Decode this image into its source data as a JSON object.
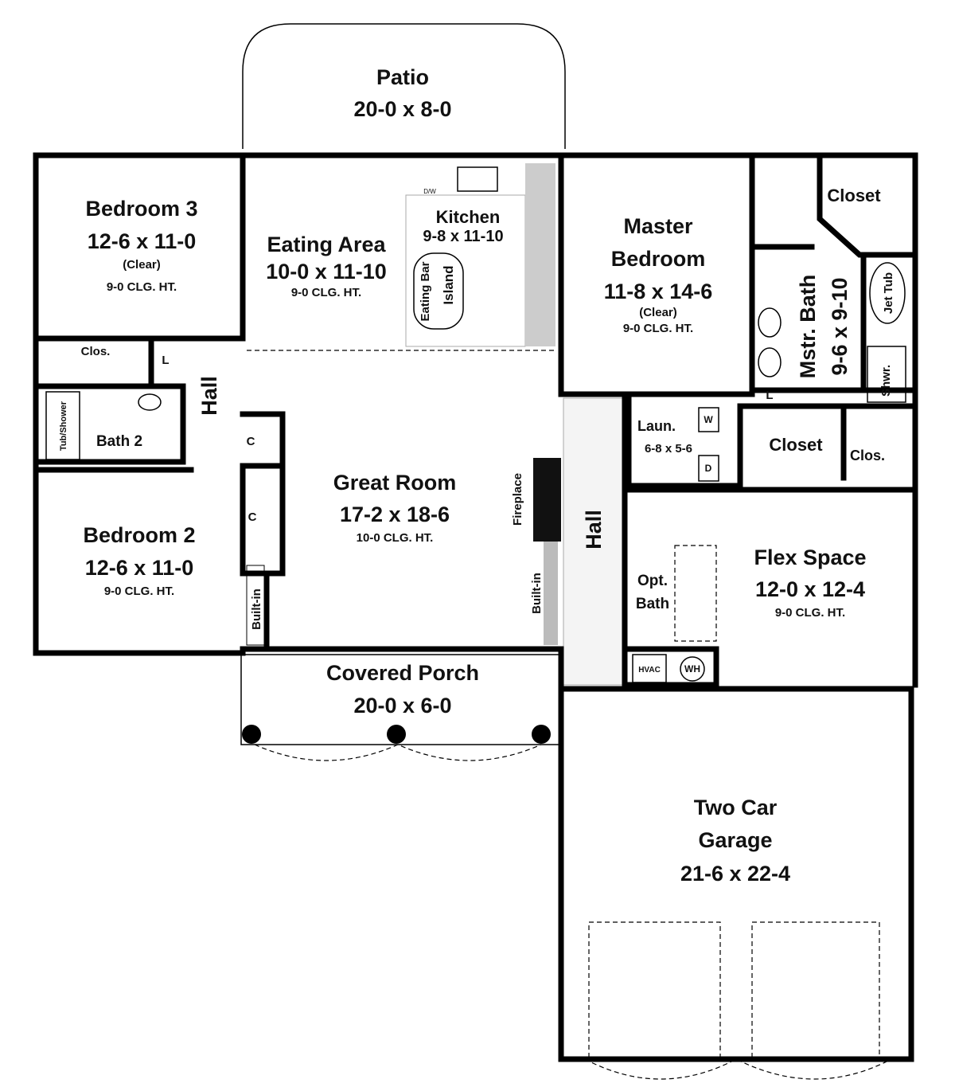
{
  "rooms": {
    "patio": {
      "name": "Patio",
      "dims": "20-0 x 8-0"
    },
    "bedroom3": {
      "name": "Bedroom 3",
      "dims": "12-6 x 11-0",
      "note": "(Clear)",
      "ceiling": "9-0 CLG. HT."
    },
    "eating_area": {
      "name": "Eating Area",
      "dims": "10-0 x 11-10",
      "ceiling": "9-0 CLG. HT."
    },
    "kitchen": {
      "name": "Kitchen",
      "dims": "9-8 x 11-10",
      "eating_bar": "Eating Bar",
      "island": "Island",
      "dw": "D/W"
    },
    "master_bedroom": {
      "name_line1": "Master",
      "name_line2": "Bedroom",
      "dims": "11-8 x 14-6",
      "note": "(Clear)",
      "ceiling": "9-0 CLG. HT."
    },
    "master_closet": {
      "name": "Closet"
    },
    "master_bath": {
      "name": "Mstr. Bath",
      "dims": "9-6 x 9-10",
      "jet_tub": "Jet Tub",
      "shower": "Shwr.",
      "linen": "L"
    },
    "closet2": {
      "name": "Closet"
    },
    "clos3": {
      "name": "Clos."
    },
    "bed3_closet": {
      "name": "Clos."
    },
    "linen_hall": {
      "name": "L"
    },
    "hall_left": {
      "name": "Hall"
    },
    "bath2": {
      "name": "Bath 2",
      "tub": "Tub/Shower"
    },
    "coat_closet1": {
      "name": "C"
    },
    "coat_closet2": {
      "name": "C"
    },
    "bedroom2": {
      "name": "Bedroom 2",
      "dims": "12-6 x 11-0",
      "ceiling": "9-0 CLG. HT."
    },
    "builtin_left": {
      "name": "Built-in"
    },
    "great_room": {
      "name": "Great Room",
      "dims": "17-2 x 18-6",
      "ceiling": "10-0 CLG. HT.",
      "fireplace": "Fireplace",
      "builtin": "Built-in"
    },
    "hall_right": {
      "name": "Hall"
    },
    "laundry": {
      "name": "Laun.",
      "dims": "6-8 x 5-6",
      "washer": "W",
      "dryer": "D"
    },
    "flex_space": {
      "name": "Flex Space",
      "dims": "12-0 x 12-4",
      "ceiling": "9-0 CLG. HT."
    },
    "opt_bath": {
      "line1": "Opt.",
      "line2": "Bath"
    },
    "mechanical": {
      "hvac": "HVAC",
      "wh": "WH"
    },
    "covered_porch": {
      "name": "Covered Porch",
      "dims": "20-0 x 6-0"
    },
    "garage": {
      "line1": "Two Car",
      "line2": "Garage",
      "dims": "21-6 x 22-4"
    }
  }
}
